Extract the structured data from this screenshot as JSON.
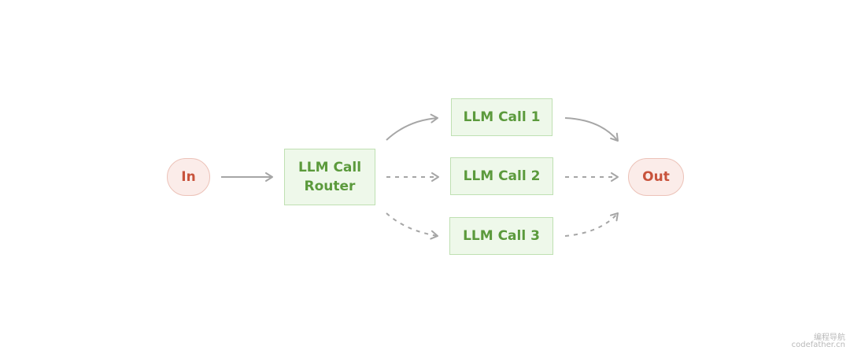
{
  "nodes": {
    "input": "In",
    "output": "Out",
    "router_line1": "LLM Call",
    "router_line2": "Router",
    "call1": "LLM Call 1",
    "call2": "LLM Call 2",
    "call3": "LLM Call 3"
  },
  "edges": [
    {
      "from": "In",
      "to": "LLM Call Router",
      "style": "solid"
    },
    {
      "from": "LLM Call Router",
      "to": "LLM Call 1",
      "style": "solid"
    },
    {
      "from": "LLM Call Router",
      "to": "LLM Call 2",
      "style": "dashed"
    },
    {
      "from": "LLM Call Router",
      "to": "LLM Call 3",
      "style": "dashed"
    },
    {
      "from": "LLM Call 1",
      "to": "Out",
      "style": "solid"
    },
    {
      "from": "LLM Call 2",
      "to": "Out",
      "style": "dashed"
    },
    {
      "from": "LLM Call 3",
      "to": "Out",
      "style": "dashed"
    }
  ],
  "colors": {
    "terminal_fill": "#fbece9",
    "terminal_border": "#ecc2b8",
    "terminal_text": "#c8533c",
    "node_fill": "#eef8ea",
    "node_border": "#bfe0b2",
    "node_text": "#5b9a3c",
    "arrow": "#a6a6a6"
  },
  "watermark": {
    "line1": "编程导航",
    "line2": "codefather.cn"
  }
}
